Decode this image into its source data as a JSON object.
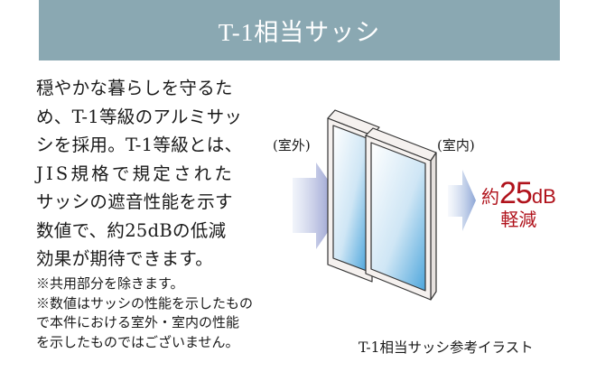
{
  "header": {
    "title": "T-1相当サッシ",
    "background_color": "#8aa8b2"
  },
  "description": {
    "lines": [
      "穏やかな暮らしを守るた",
      "め、T-1等級のアルミサッ",
      "シを採用。T-1等級とは、",
      "JIS規格で規定された",
      "サッシの遮音性能を示す",
      "数値で、約25dBの低減",
      "効果が期待できます。"
    ]
  },
  "notes": {
    "lines": [
      "※共用部分を除きます。",
      "※数値はサッシの性能を示したもの",
      "で本件における室外・室内の性能",
      "を示したものではございません。"
    ]
  },
  "illustration": {
    "outdoor_label": "(室外)",
    "indoor_label": "(室内)",
    "result": {
      "prefix": "約",
      "value": "25",
      "unit": "dB",
      "suffix": "軽減",
      "color": "#b0121b"
    },
    "caption": "T-1相当サッシ参考イラスト",
    "icons": [
      "sound-arrow-outdoor",
      "sash-window",
      "sound-arrow-indoor"
    ]
  }
}
